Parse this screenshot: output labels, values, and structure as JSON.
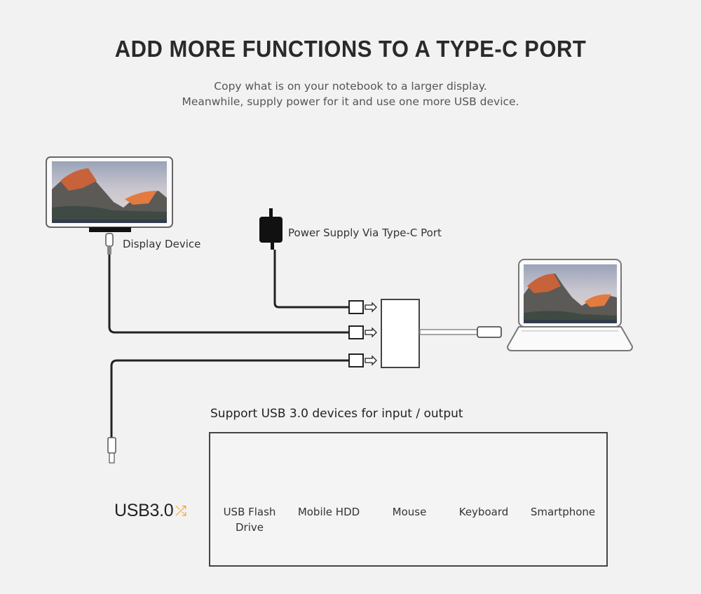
{
  "header": {
    "title": "ADD MORE FUNCTIONS TO A TYPE-C PORT",
    "subtitle_line1": "Copy what is on your notebook to a larger display.",
    "subtitle_line2": "Meanwhile, supply power for it and use one more USB device."
  },
  "diagram": {
    "display_label": "Display Device",
    "power_label": "Power Supply Via Type-C Port",
    "usb_support_label": "Support USB 3.0 devices for input / output",
    "usb_brand": "USB3.0",
    "usb_symbol": "⤮"
  },
  "devices": [
    {
      "line1": "USB Flash",
      "line2": "Drive",
      "icon": "usb-flash-drive-icon"
    },
    {
      "line1": "Mobile HDD",
      "line2": "",
      "icon": "mobile-hdd-icon"
    },
    {
      "line1": "Mouse",
      "line2": "",
      "icon": "mouse-icon"
    },
    {
      "line1": "Keyboard",
      "line2": "",
      "icon": "keyboard-icon"
    },
    {
      "line1": "Smartphone",
      "line2": "",
      "icon": "smartphone-icon"
    }
  ],
  "colors": {
    "background": "#f2f2f2",
    "text": "#333333",
    "cable": "#222222",
    "usb_symbol": "#f0a020"
  }
}
